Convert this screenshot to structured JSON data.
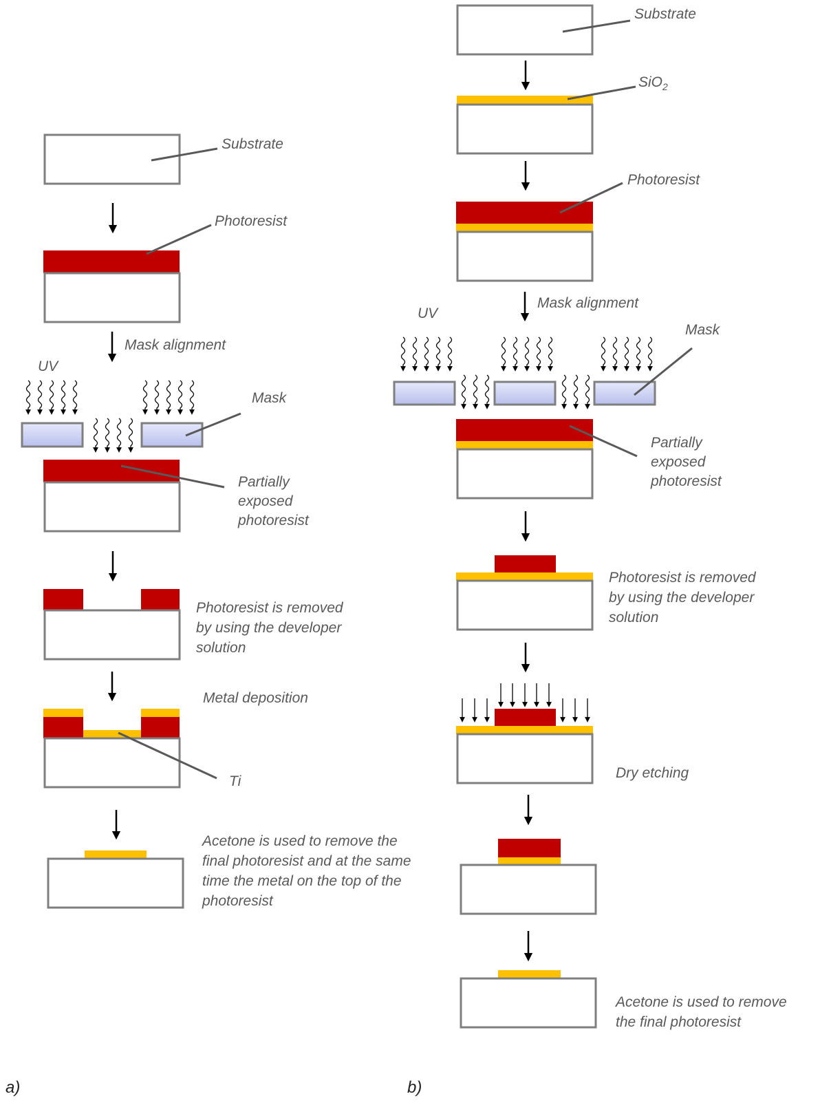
{
  "colors": {
    "substrate_stroke": "#7f7f7f",
    "photoresist": "#c00000",
    "metal_layer": "#ffc000",
    "mask_fill": "#c5ccf0",
    "leader_line": "#595959",
    "arrow": "#000000",
    "label_text": "#595959"
  },
  "panel_a": {
    "panel_label": "a)",
    "substrate": "Substrate",
    "photoresist": "Photoresist",
    "mask_alignment": "Mask alignment",
    "uv": "UV",
    "mask": "Mask",
    "partially_exposed": [
      "Partially",
      "exposed",
      "photoresist"
    ],
    "developer": [
      "Photoresist is removed",
      "by using the developer",
      "solution"
    ],
    "metal_deposition": "Metal deposition",
    "metal_name": "Ti",
    "acetone": [
      "Acetone is used to remove the",
      "final photoresist and at the same",
      "time the metal on the top of the",
      "photoresist"
    ]
  },
  "panel_b": {
    "panel_label": "b)",
    "substrate": "Substrate",
    "oxide": {
      "main": "SiO",
      "subscript": "2"
    },
    "photoresist": "Photoresist",
    "mask_alignment": "Mask alignment",
    "uv": "UV",
    "mask": "Mask",
    "partially_exposed": [
      "Partially",
      "exposed",
      "photoresist"
    ],
    "developer": [
      "Photoresist is removed",
      "by using the developer",
      "solution"
    ],
    "dry_etching": "Dry etching",
    "acetone": [
      "Acetone is used to remove",
      "the final photoresist"
    ]
  }
}
